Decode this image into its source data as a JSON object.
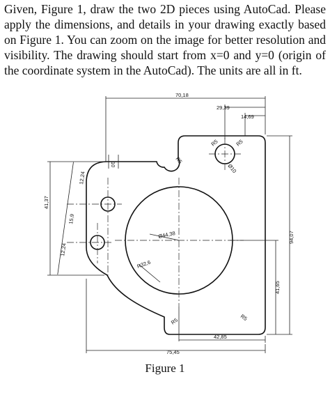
{
  "prompt": {
    "text": "Given, Figure 1, draw the two 2D pieces using AutoCad. Please apply the dimensions, and details in your drawing exactly based on Figure 1. You can zoom on the image for better resolution and visibility. The drawing should start from x=0 and y=0 (origin of the coordinate system in the AutoCad). The units are all in ft."
  },
  "figure": {
    "caption": "Figure 1",
    "dimensions": {
      "overall_top": "70,18",
      "top_offset": "29,39",
      "top_small": "14,69",
      "left_vert": "41,37",
      "left_a": "12,24",
      "left_b": "15,9",
      "left_c": "12,24",
      "small_offset": "10",
      "radius_r5_left": "R5",
      "radius_r5_top_a": "R5",
      "radius_r5_top_b": "R5",
      "radius_r5_bottom_a": "R5",
      "radius_r5_bottom_b": "R5",
      "hole_top": "Ø10",
      "big_hole": "Ø44,38",
      "big_radius": "R32,6",
      "right_total": "94,07",
      "right_lower": "41,65",
      "bottom_inner": "42,85",
      "bottom_total": "75,45"
    }
  }
}
